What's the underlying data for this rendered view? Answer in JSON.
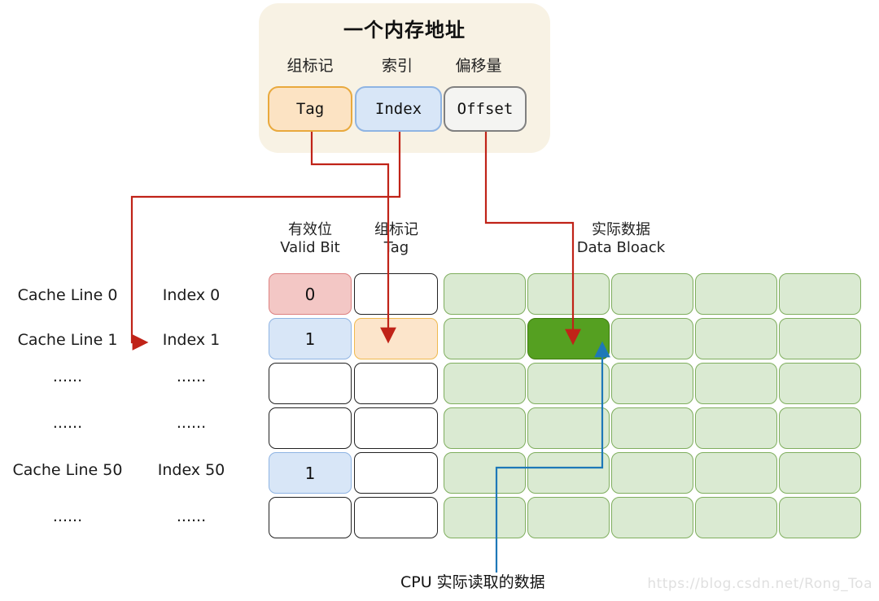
{
  "address_box": {
    "title": "一个内存地址",
    "fields": [
      {
        "label_cn": "组标记",
        "label_en": "Tag"
      },
      {
        "label_cn": "索引",
        "label_en": "Index"
      },
      {
        "label_cn": "偏移量",
        "label_en": "Offset"
      }
    ]
  },
  "cache_table": {
    "headers": {
      "valid_cn": "有效位",
      "valid_en": "Valid Bit",
      "tag_cn": "组标记",
      "tag_en": "Tag",
      "data_cn": "实际数据",
      "data_en": "Data Bloack"
    },
    "rows": [
      {
        "cache_line": "Cache Line 0",
        "index": "Index 0",
        "valid": "0"
      },
      {
        "cache_line": "Cache Line 1",
        "index": "Index 1",
        "valid": "1"
      },
      {
        "cache_line": "......",
        "index": "......",
        "valid": ""
      },
      {
        "cache_line": "......",
        "index": "......",
        "valid": ""
      },
      {
        "cache_line": "Cache Line 50",
        "index": "Index 50",
        "valid": "1"
      },
      {
        "cache_line": "......",
        "index": "......",
        "valid": ""
      }
    ],
    "data_grid": {
      "rows": 6,
      "cols": 5,
      "highlight": {
        "row": 1,
        "col": 1
      }
    }
  },
  "footer": {
    "cpu_label": "CPU 实际读取的数据",
    "watermark": "https://blog.csdn.net/Rong_Toa"
  },
  "colors": {
    "panel_bg": "#f8f2e4",
    "tag_fill": "#fce3c3",
    "tag_border": "#e9a93d",
    "index_fill": "#d8e6f7",
    "index_border": "#8fb4e3",
    "offset_fill": "#f4f4f2",
    "offset_border": "#808080",
    "valid0_fill": "#f3c7c5",
    "valid0_border": "#dd8181",
    "valid1_fill": "#d8e6f7",
    "valid1_border": "#8fb4e3",
    "tag_hit_fill": "#fce5cb",
    "tag_hit_border": "#efb94e",
    "data_fill": "#daead2",
    "data_border": "#7fae5e",
    "data_hit_fill": "#55a021",
    "data_hit_border": "#3e7c0e",
    "arrow_red": "#c02318",
    "arrow_blue": "#1e78b8"
  }
}
